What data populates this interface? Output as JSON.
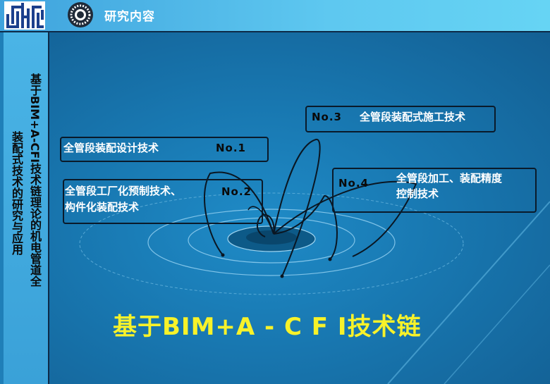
{
  "header": {
    "logo_icon": "company-logo",
    "emblem_icon": "circular-emblem-icon",
    "title": "研究内容"
  },
  "sidebar": {
    "title_line1": "基于BIM+A-CFI技术链理论的机电管道全",
    "title_line2": "装配式技术的研究与应用"
  },
  "diagram": {
    "items": [
      {
        "number": "No.3",
        "label": "全管段装配式施工技术"
      },
      {
        "number": "No.1",
        "label": "全管段装配设计技术"
      },
      {
        "number": "No.2",
        "label": "全管段工厂化预制技术、构件化装配技术"
      },
      {
        "number": "No.4",
        "label": "全管段加工、装配精度控制技术"
      }
    ],
    "no2_line1": "全管段工厂化预制技术、",
    "no2_line2": "构件化装配技术",
    "no4_line1": "全管段加工、装配精度",
    "no4_line2": "控制技术",
    "main_title": "基于BIM+A - C F I技术链"
  },
  "colors": {
    "header": "#5ec8f0",
    "sidebar": "#3aa1d8",
    "main": "#1877b0",
    "title_yellow": "#f7f22a"
  }
}
